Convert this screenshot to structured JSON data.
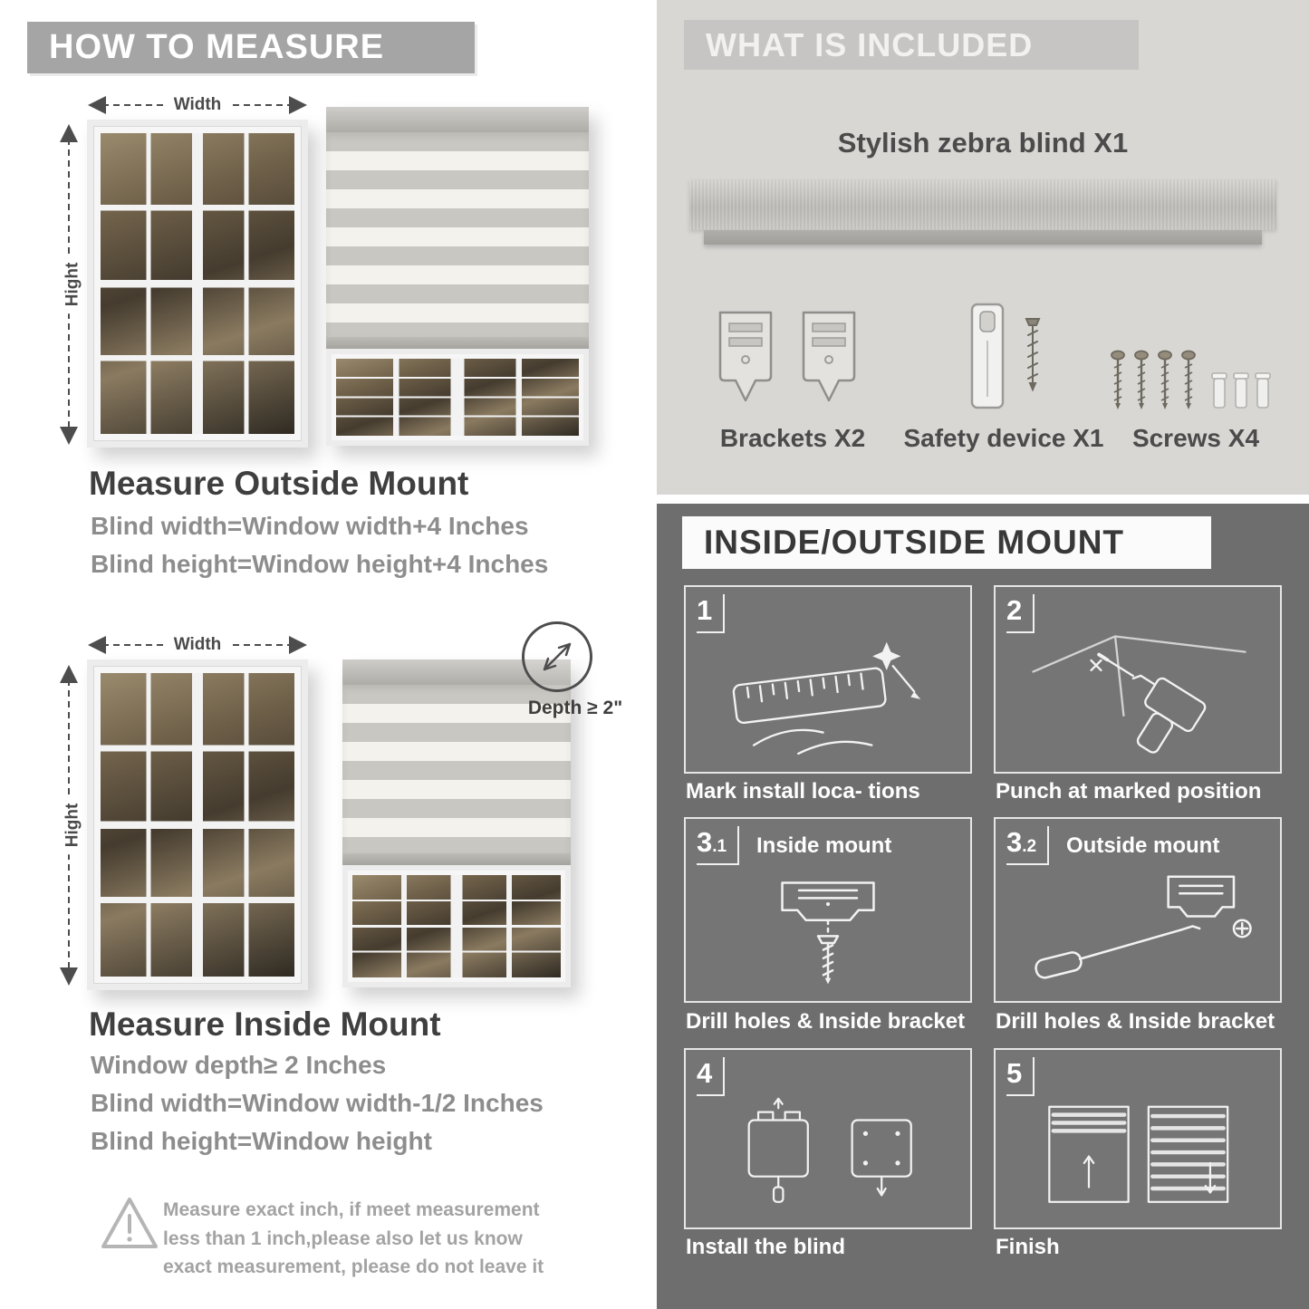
{
  "colors": {
    "banner_gray": "#a5a5a5",
    "light_section_bg": "#d8d7d4",
    "dark_section_bg": "#6e6e6e",
    "heading_text": "#3f3f3f",
    "body_text": "#8d8d8d"
  },
  "icons": {
    "warning": "triangle-exclamation-icon",
    "width_arrow": "horizontal-double-arrow-icon",
    "height_arrow": "vertical-double-arrow-icon",
    "depth_callout": "circle-corner-depth-icon"
  },
  "measure": {
    "header": "HOW TO MEASURE",
    "labels": {
      "width": "Width",
      "height": "Hight",
      "depth": "Depth ≥ 2\""
    },
    "outside": {
      "title": "Measure Outside Mount",
      "lines": [
        "Blind width=Window width+4 Inches",
        "Blind height=Window height+4 Inches"
      ]
    },
    "inside": {
      "title": "Measure Inside Mount",
      "lines": [
        "Window depth≥ 2 Inches",
        "Blind width=Window width-1/2 Inches",
        "Blind height=Window height"
      ]
    },
    "warning_text": "Measure exact inch, if meet measurement less than 1 inch,please also let us know exact measurement, please do not leave it"
  },
  "included": {
    "header": "WHAT IS INCLUDED",
    "product": "Stylish zebra blind X1",
    "items": [
      {
        "label": "Brackets X2"
      },
      {
        "label": "Safety device X1"
      },
      {
        "label": "Screws X4"
      }
    ]
  },
  "mount": {
    "header": "INSIDE/OUTSIDE MOUNT",
    "steps": [
      {
        "num": "1",
        "sub": "",
        "label": "",
        "caption": "Mark install loca- tions"
      },
      {
        "num": "2",
        "sub": "",
        "label": "",
        "caption": "Punch at  marked position"
      },
      {
        "num": "3",
        "sub": ".1",
        "label": "Inside mount",
        "caption": "Drill holes &  Inside bracket"
      },
      {
        "num": "3",
        "sub": ".2",
        "label": "Outside mount",
        "caption": "Drill holes &  Inside bracket"
      },
      {
        "num": "4",
        "sub": "",
        "label": "",
        "caption": "Install the blind"
      },
      {
        "num": "5",
        "sub": "",
        "label": "",
        "caption": "Finish"
      }
    ]
  }
}
